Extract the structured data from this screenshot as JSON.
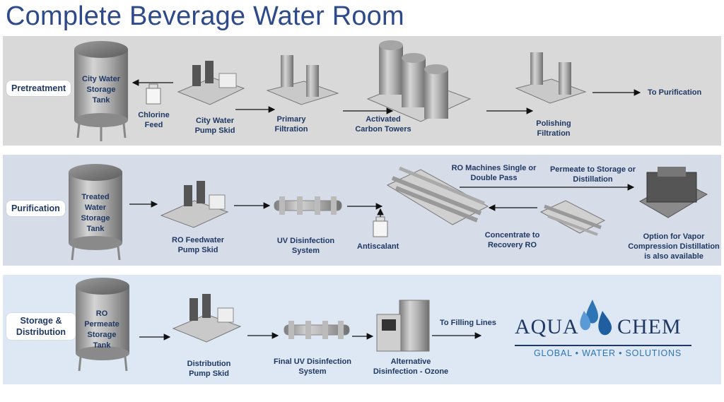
{
  "title": "Complete Beverage Water Room",
  "sections": {
    "pretreatment": {
      "label": "Pretreatment",
      "tank": "City Water Storage Tank",
      "chlorine": "Chlorine Feed",
      "pump": "City Water Pump Skid",
      "primary": "Primary Filtration",
      "carbon": "Activated Carbon Towers",
      "polishing": "Polishing Filtration",
      "to_purification": "To Purification"
    },
    "purification": {
      "label": "Purification",
      "tank": "Treated Water Storage Tank",
      "pump": "RO Feedwater Pump Skid",
      "uv": "UV Disinfection System",
      "antiscalant": "Antiscalant",
      "ro_machines": "RO Machines Single or Double Pass",
      "permeate": "Permeate to Storage or Distillation",
      "concentrate": "Concentrate to Recovery RO",
      "vapor": "Option for Vapor Compression Distillation is also available"
    },
    "storage": {
      "label": "Storage & Distribution",
      "tank": "RO Permeate Storage Tank",
      "pump": "Distribution Pump Skid",
      "uv": "Final UV Disinfection System",
      "ozone": "Alternative Disinfection - Ozone",
      "filling": "To Filling Lines"
    }
  },
  "logo": {
    "left": "AQUA",
    "right": "CHEM",
    "tagline": "GLOBAL • WATER • SOLUTIONS"
  },
  "colors": {
    "title": "#2e4a8a",
    "text": "#1f3864",
    "accent": "#2e75b6"
  }
}
